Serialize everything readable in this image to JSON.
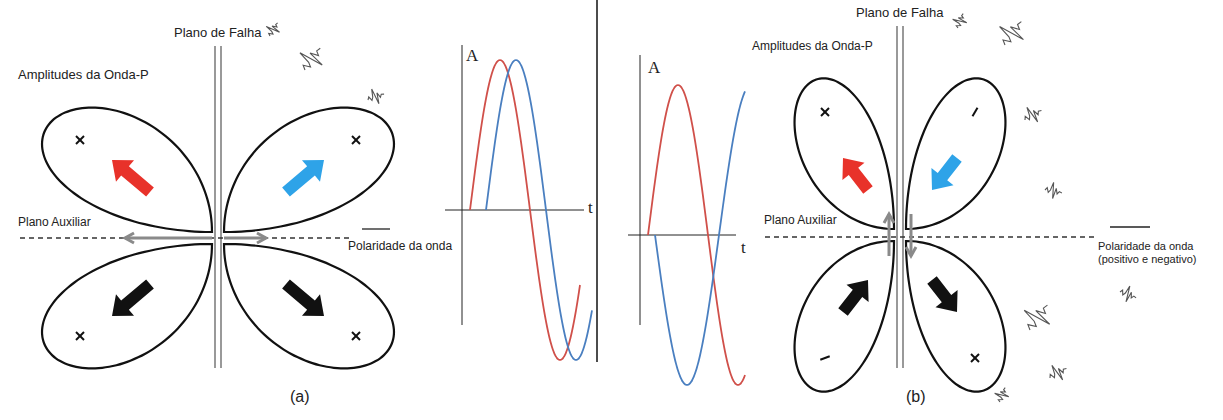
{
  "diagram": {
    "labels": [
      "Plano de Falha",
      "Amplitudes da Onda-P",
      "Plano Auxiliar",
      "Polaridade da onda",
      "A",
      "t",
      "(a)",
      "A",
      "t",
      "Plano de Falha",
      "Amplitudes da Onda-P",
      "Plano Auxiliar",
      "Polaridade da onda (positivo e negativo)",
      "(b)"
    ]
  }
}
